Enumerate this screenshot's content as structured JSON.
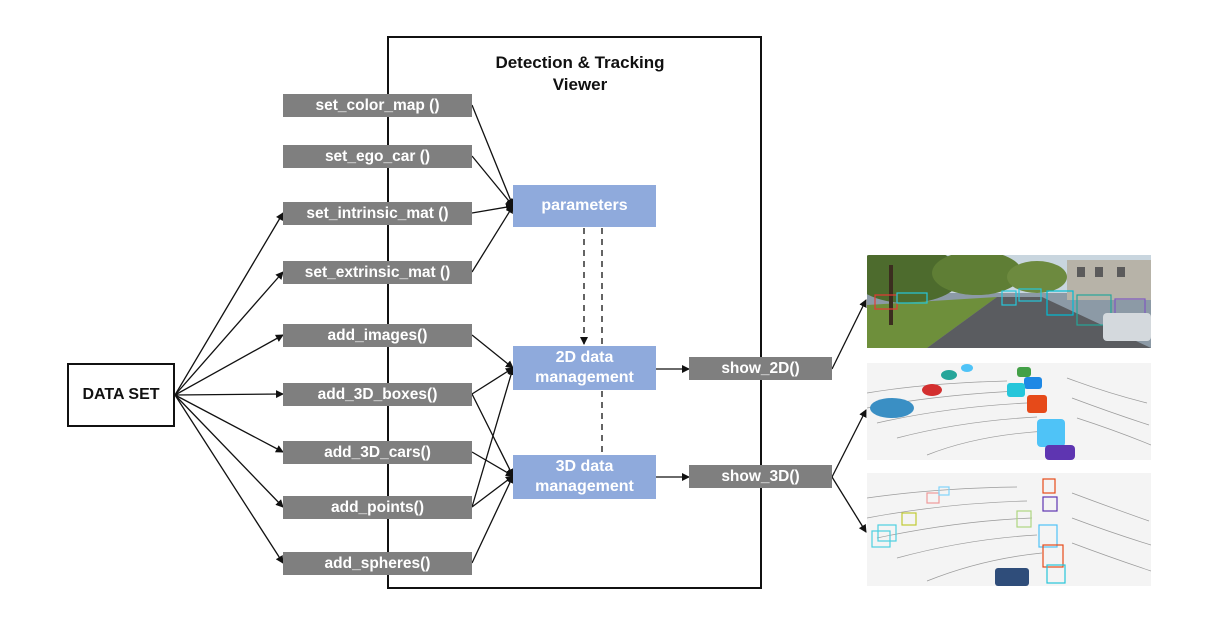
{
  "viewer": {
    "title_line1": "Detection & Tracking",
    "title_line2": "Viewer"
  },
  "dataset": {
    "label": "DATA SET"
  },
  "setters": [
    "set_color_map ()",
    "set_ego_car ()",
    "set_intrinsic_mat ()",
    "set_extrinsic_mat ()"
  ],
  "adders": [
    "add_images()",
    "add_3D_boxes()",
    "add_3D_cars()",
    "add_points()",
    "add_spheres()"
  ],
  "nodes": {
    "parameters": "parameters",
    "mgmt2d_line1": "2D data",
    "mgmt2d_line2": "management",
    "mgmt3d_line1": "3D data",
    "mgmt3d_line2": "management"
  },
  "outputs": {
    "show2d": "show_2D()",
    "show3d": "show_3D()"
  },
  "colors": {
    "function_box": "#7f7f7f",
    "management_box": "#8faadc",
    "line": "#111111"
  },
  "panels": [
    {
      "name": "camera-image-2d-detections",
      "icon": "street-photo"
    },
    {
      "name": "3d-car-models-pointcloud",
      "icon": "point-cloud-cars"
    },
    {
      "name": "3d-boxes-pointcloud",
      "icon": "point-cloud-boxes"
    }
  ]
}
